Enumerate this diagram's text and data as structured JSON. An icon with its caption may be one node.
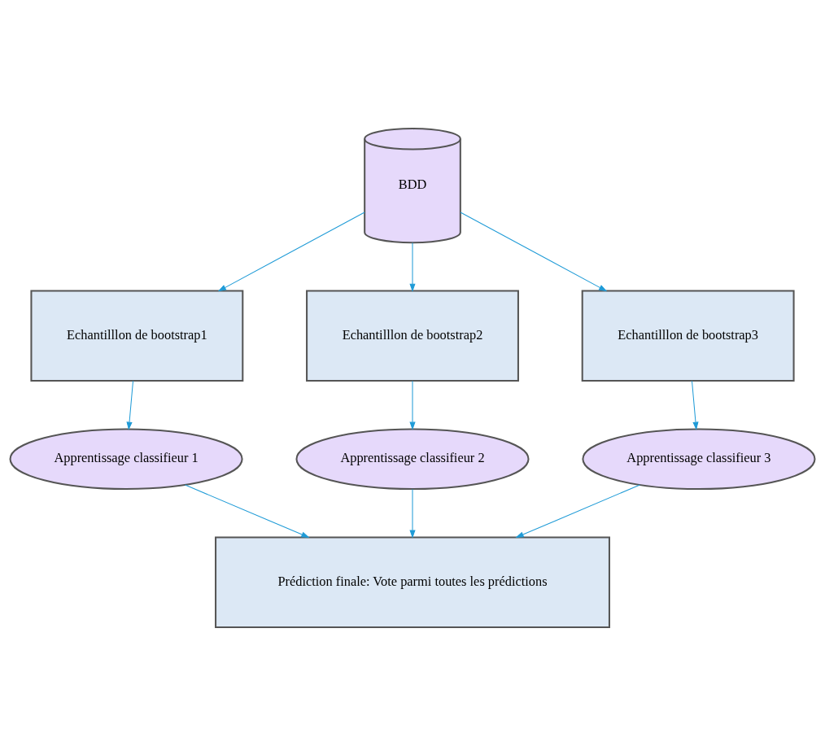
{
  "diagram": {
    "nodes": [
      {
        "text": [
          "BDD"
        ]
      },
      {
        "text": [
          "Echantilllon de bootstrap1"
        ]
      },
      {
        "text": [
          "Echantilllon de bootstrap2"
        ]
      },
      {
        "text": [
          "Echantilllon de bootstrap3"
        ]
      },
      {
        "text": [
          "Apprentissage classifieur 1"
        ]
      },
      {
        "text": [
          "Apprentissage classifieur 2"
        ]
      },
      {
        "text": [
          "Apprentissage classifieur 3"
        ]
      },
      {
        "text": [
          "Prédiction finale: Vote parmi toutes les prédictions"
        ]
      }
    ],
    "edges": [
      {
        "from": 0,
        "to": 1,
        "arrow": "to"
      },
      {
        "from": 0,
        "to": 2,
        "arrow": "to"
      },
      {
        "from": 0,
        "to": 3,
        "arrow": "to"
      },
      {
        "from": 1,
        "to": 4,
        "arrow": "to"
      },
      {
        "from": 2,
        "to": 5,
        "arrow": "to"
      },
      {
        "from": 3,
        "to": 6,
        "arrow": "to"
      },
      {
        "from": 4,
        "to": 7,
        "arrow": "to"
      },
      {
        "from": 5,
        "to": 7,
        "arrow": "to"
      },
      {
        "from": 6,
        "to": 7,
        "arrow": "to"
      }
    ]
  }
}
